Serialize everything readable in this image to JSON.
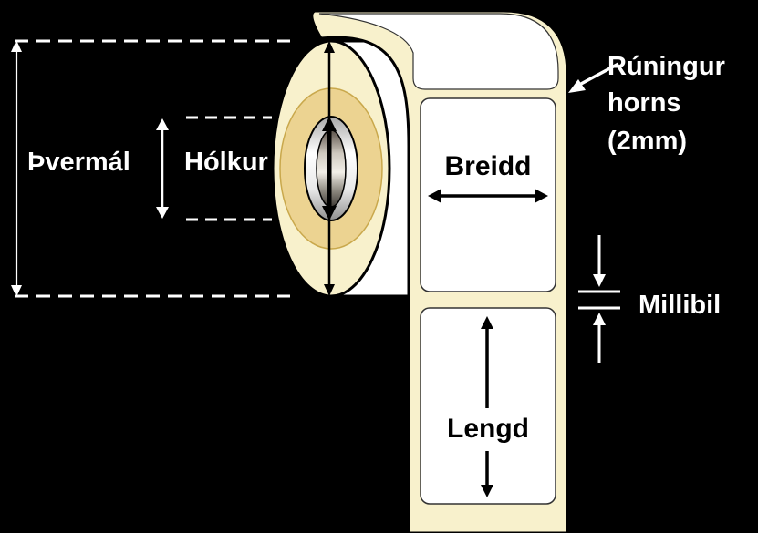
{
  "diagram": {
    "colors": {
      "background": "#000000",
      "liner_cream": "#F8F1CC",
      "winding_gold": "#ECD391",
      "label_white": "#FFFFFF",
      "outline_black": "#000000",
      "annotation_white": "#FFFFFF"
    },
    "labels": {
      "left": {
        "diameter": "Þvermál",
        "core": "Hólkur"
      },
      "strip": {
        "width": "Breidd",
        "length": "Lengd"
      },
      "right": {
        "corner_note_line1": "Rúningur",
        "corner_note_line2": "horns",
        "corner_note_line3": "(2mm)",
        "gap": "Millibil"
      }
    }
  }
}
